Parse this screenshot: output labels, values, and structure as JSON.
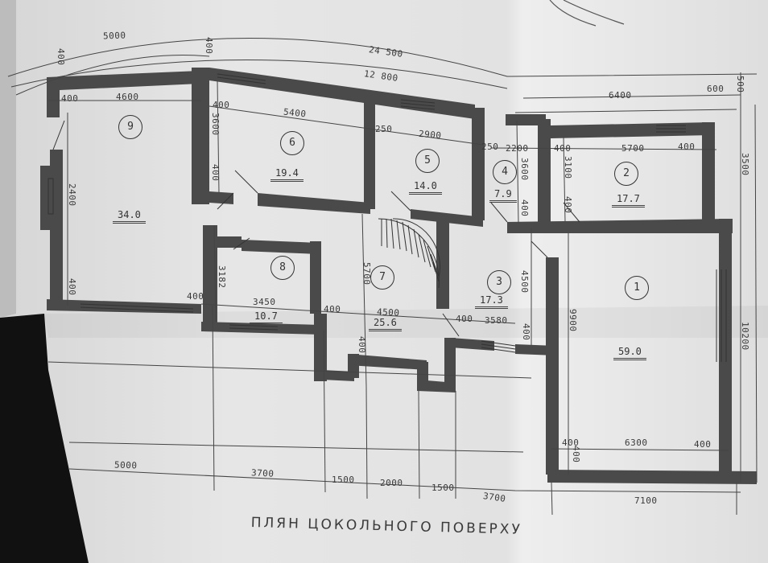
{
  "drawing": {
    "title": "ПЛЯН ЦОКОЛЬНОГО ПОВЕРХУ",
    "colors": {
      "paper": "#e4e4e4",
      "wall": "#4a4a4a",
      "line": "#3a3a3a",
      "background": "#111111"
    }
  },
  "rooms": [
    {
      "number": "1",
      "area": "59.0"
    },
    {
      "number": "2",
      "area": "17.7"
    },
    {
      "number": "3",
      "area": "17.3"
    },
    {
      "number": "4",
      "area": "7.9"
    },
    {
      "number": "5",
      "area": "14.0"
    },
    {
      "number": "6",
      "area": "19.4"
    },
    {
      "number": "7",
      "area": "25.6"
    },
    {
      "number": "8",
      "area": "10.7"
    },
    {
      "number": "9",
      "area": "34.0"
    }
  ],
  "dimensions": {
    "top": {
      "overall": "24 500",
      "left_wing": "12 800",
      "room9_outer": "5000",
      "room9_inner": "4600",
      "wall_left": "400",
      "wall_a": "400",
      "wall_b": "400",
      "room6_width": "5400",
      "partition": "250",
      "room5_width": "2900",
      "corridor_250": "250",
      "room4_width": "2200",
      "wall_c": "400",
      "room2_width": "5700",
      "wall_d": "400",
      "right_wing": "6400",
      "offset_600": "600",
      "offset_500": "500",
      "top_400": "400",
      "top_400b": "400"
    },
    "vertical": {
      "room6_depth": "3600",
      "room4_depth": "3600",
      "room2_depth": "3100",
      "right_3500": "3500",
      "right_10200": "10200",
      "room1_depth": "9900",
      "room3_depth": "4500",
      "room7_depth": "5700",
      "room8_depth": "3182",
      "room9_depth": "2400",
      "w400_a": "400",
      "w400_b": "400",
      "w400_c": "400",
      "w400_d": "400",
      "w400_e": "400",
      "w400_f": "400",
      "w400_g": "400"
    },
    "middle": {
      "room8_width": "3450",
      "wall_400a": "400",
      "room7_width": "4500",
      "wall_400b": "400",
      "room3_width": "3580",
      "wall_400c": "400"
    },
    "room1": {
      "inner": "6300",
      "wall_left": "400",
      "wall_right": "400",
      "wall_bottom": "400"
    },
    "bottom": {
      "seg1": "5000",
      "seg2": "3700",
      "seg3": "1500",
      "seg4": "2000",
      "seg5": "1500",
      "seg6": "3700",
      "seg7": "7100"
    }
  }
}
